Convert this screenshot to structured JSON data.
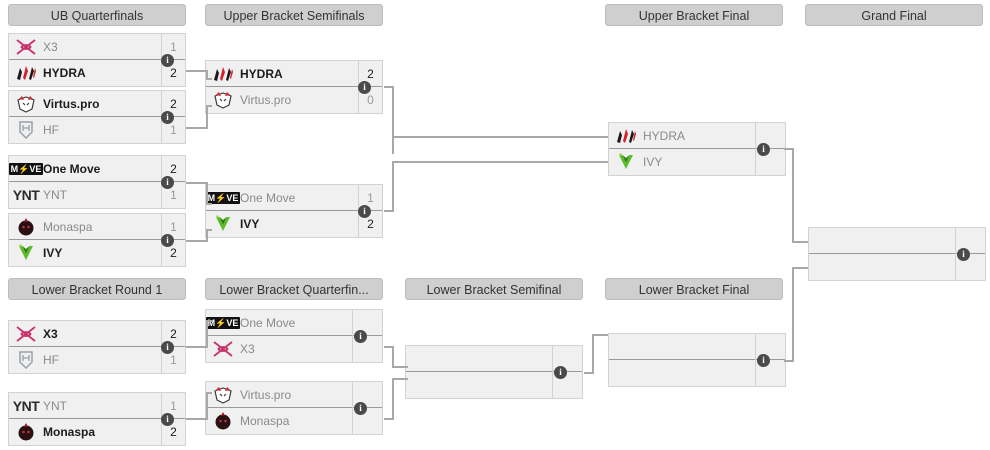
{
  "rounds": [
    {
      "id": "ub-quarterfinals",
      "label": "UB Quarterfinals"
    },
    {
      "id": "ub-semifinals",
      "label": "Upper Bracket Semifinals"
    },
    {
      "id": "ub-final",
      "label": "Upper Bracket Final"
    },
    {
      "id": "grand-final",
      "label": "Grand Final"
    },
    {
      "id": "lb-round-1",
      "label": "Lower Bracket Round 1"
    },
    {
      "id": "lb-quarterfinals",
      "label": "Lower Bracket Quarterfin..."
    },
    {
      "id": "lb-semifinal",
      "label": "Lower Bracket Semifinal"
    },
    {
      "id": "lb-final",
      "label": "Lower Bracket Final"
    }
  ],
  "info_badge": "i",
  "matches": {
    "ubqf1": {
      "top": {
        "name": "X3",
        "score": "1",
        "logo": "x3-logo",
        "winner": false
      },
      "bottom": {
        "name": "HYDRA",
        "score": "2",
        "logo": "hydra-logo",
        "winner": true
      }
    },
    "ubqf2": {
      "top": {
        "name": "Virtus.pro",
        "score": "2",
        "logo": "virtuspro-logo",
        "winner": true
      },
      "bottom": {
        "name": "HF",
        "score": "1",
        "logo": "hf-logo",
        "winner": false
      }
    },
    "ubqf3": {
      "top": {
        "name": "One Move",
        "score": "2",
        "logo": "onemove-logo",
        "winner": true
      },
      "bottom": {
        "name": "YNT",
        "score": "1",
        "logo": "ynt-logo",
        "winner": false
      }
    },
    "ubqf4": {
      "top": {
        "name": "Monaspa",
        "score": "1",
        "logo": "monaspa-logo",
        "winner": false
      },
      "bottom": {
        "name": "IVY",
        "score": "2",
        "logo": "ivy-logo",
        "winner": true
      }
    },
    "ubsf1": {
      "top": {
        "name": "HYDRA",
        "score": "2",
        "logo": "hydra-logo",
        "winner": true
      },
      "bottom": {
        "name": "Virtus.pro",
        "score": "0",
        "logo": "virtuspro-logo",
        "winner": false
      }
    },
    "ubsf2": {
      "top": {
        "name": "One Move",
        "score": "1",
        "logo": "onemove-logo",
        "winner": false
      },
      "bottom": {
        "name": "IVY",
        "score": "2",
        "logo": "ivy-logo",
        "winner": true
      }
    },
    "ubf": {
      "top": {
        "name": "HYDRA",
        "score": "",
        "logo": "hydra-logo",
        "winner": false
      },
      "bottom": {
        "name": "IVY",
        "score": "",
        "logo": "ivy-logo",
        "winner": false
      }
    },
    "gf": {
      "top": {
        "name": "",
        "score": "",
        "logo": "",
        "winner": false
      },
      "bottom": {
        "name": "",
        "score": "",
        "logo": "",
        "winner": false
      }
    },
    "lbr1a": {
      "top": {
        "name": "X3",
        "score": "2",
        "logo": "x3-logo",
        "winner": true
      },
      "bottom": {
        "name": "HF",
        "score": "1",
        "logo": "hf-logo",
        "winner": false
      }
    },
    "lbr1b": {
      "top": {
        "name": "YNT",
        "score": "1",
        "logo": "ynt-logo",
        "winner": false
      },
      "bottom": {
        "name": "Monaspa",
        "score": "2",
        "logo": "monaspa-logo",
        "winner": true
      }
    },
    "lbqf1": {
      "top": {
        "name": "One Move",
        "score": "",
        "logo": "onemove-logo",
        "winner": false
      },
      "bottom": {
        "name": "X3",
        "score": "",
        "logo": "x3-logo",
        "winner": false
      }
    },
    "lbqf2": {
      "top": {
        "name": "Virtus.pro",
        "score": "",
        "logo": "virtuspro-logo",
        "winner": false
      },
      "bottom": {
        "name": "Monaspa",
        "score": "",
        "logo": "monaspa-logo",
        "winner": false
      }
    },
    "lbsf": {
      "top": {
        "name": "",
        "score": "",
        "logo": "",
        "winner": false
      },
      "bottom": {
        "name": "",
        "score": "",
        "logo": "",
        "winner": false
      }
    },
    "lbf": {
      "top": {
        "name": "",
        "score": "",
        "logo": "",
        "winner": false
      },
      "bottom": {
        "name": "",
        "score": "",
        "logo": "",
        "winner": false
      }
    }
  },
  "colors": {
    "header_bg": "#cfcfcf",
    "match_bg": "#f0f0f0",
    "match_border": "#d2d2d2",
    "connector": "#a8a8a8",
    "info_badge_bg": "#4a4a4a",
    "winner_text": "#1c1c1c",
    "loser_text": "#8a8a8a",
    "ivy_green": "#5bbd2a",
    "hydra_red": "#d4202a",
    "x3_pink": "#c8336b",
    "monaspa_dark": "#2a1012",
    "onemove_black": "#111111"
  }
}
